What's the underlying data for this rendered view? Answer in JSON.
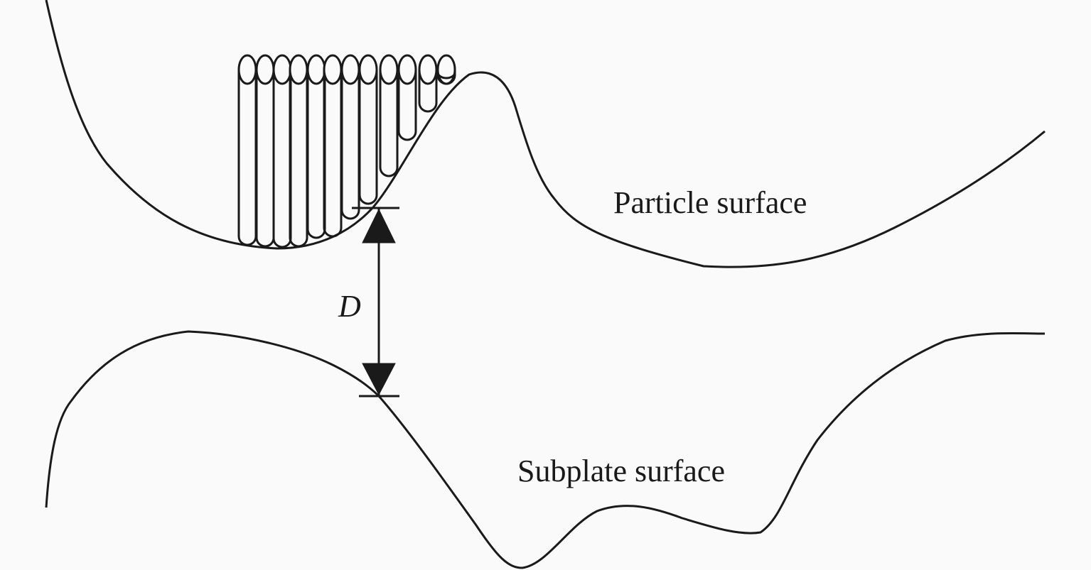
{
  "labels": {
    "particle_surface": "Particle surface",
    "subplate_surface": "Subplate surface",
    "distance": "D"
  },
  "colors": {
    "stroke": "#1a1a1a",
    "background": "#fafafa"
  },
  "cylinder_count": 12
}
